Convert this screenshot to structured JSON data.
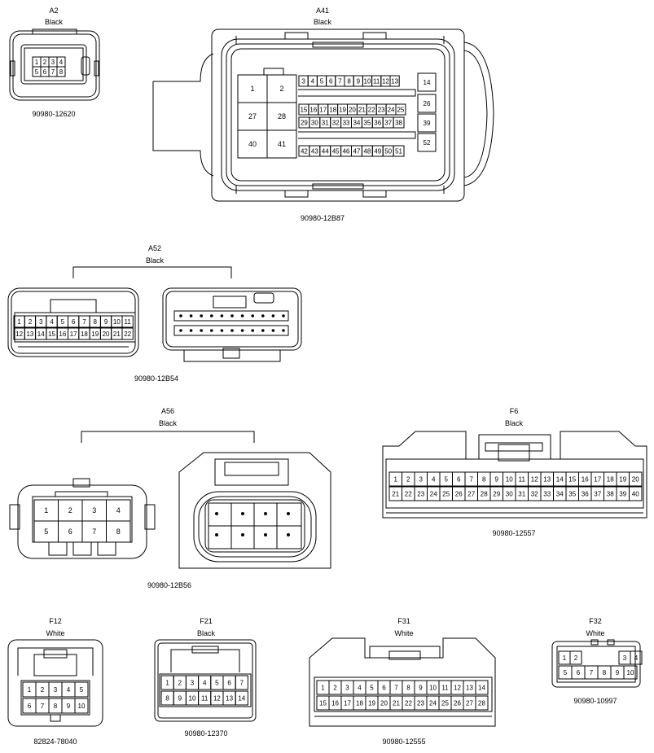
{
  "connectors": [
    {
      "id": "A2",
      "color": "Black",
      "part": "90980-12620",
      "pins": [
        "1",
        "2",
        "3",
        "4",
        "5",
        "6",
        "7",
        "8"
      ]
    },
    {
      "id": "A41",
      "color": "Black",
      "part": "90980-12B87",
      "big_pins": [
        "1",
        "2",
        "27",
        "28",
        "40",
        "41"
      ],
      "row1": [
        "3",
        "4",
        "5",
        "6",
        "7",
        "8",
        "9",
        "10",
        "11",
        "12",
        "13"
      ],
      "row2": [
        "15",
        "16",
        "17",
        "18",
        "19",
        "20",
        "21",
        "22",
        "23",
        "24",
        "25"
      ],
      "row3": [
        "29",
        "30",
        "31",
        "32",
        "33",
        "34",
        "35",
        "36",
        "37",
        "38"
      ],
      "row4": [
        "42",
        "43",
        "44",
        "45",
        "46",
        "47",
        "48",
        "49",
        "50",
        "51"
      ],
      "right_pins": [
        "14",
        "26",
        "39",
        "52"
      ]
    },
    {
      "id": "A52",
      "color": "Black",
      "part": "90980-12B54",
      "row1": [
        "1",
        "2",
        "3",
        "4",
        "5",
        "6",
        "7",
        "8",
        "9",
        "10",
        "11"
      ],
      "row2": [
        "12",
        "13",
        "14",
        "15",
        "16",
        "17",
        "18",
        "19",
        "20",
        "21",
        "22"
      ]
    },
    {
      "id": "A56",
      "color": "Black",
      "part": "90980-12B56",
      "pins": [
        "1",
        "2",
        "3",
        "4",
        "5",
        "6",
        "7",
        "8"
      ]
    },
    {
      "id": "F6",
      "color": "Black",
      "part": "90980-12557",
      "row1": [
        "1",
        "2",
        "3",
        "4",
        "5",
        "6",
        "7",
        "8",
        "9",
        "10",
        "11",
        "12",
        "13",
        "14",
        "15",
        "16",
        "17",
        "18",
        "19",
        "20"
      ],
      "row2": [
        "21",
        "22",
        "23",
        "24",
        "25",
        "26",
        "27",
        "28",
        "29",
        "30",
        "31",
        "32",
        "33",
        "34",
        "35",
        "36",
        "37",
        "38",
        "39",
        "40"
      ]
    },
    {
      "id": "F12",
      "color": "White",
      "part": "82824-78040",
      "row1": [
        "1",
        "2",
        "3",
        "4",
        "5"
      ],
      "row2": [
        "6",
        "7",
        "8",
        "9",
        "10"
      ]
    },
    {
      "id": "F21",
      "color": "Black",
      "part": "90980-12370",
      "row1": [
        "1",
        "2",
        "3",
        "4",
        "5",
        "6",
        "7"
      ],
      "row2": [
        "8",
        "9",
        "10",
        "11",
        "12",
        "13",
        "14"
      ]
    },
    {
      "id": "F31",
      "color": "White",
      "part": "90980-12555",
      "row1": [
        "1",
        "2",
        "3",
        "4",
        "5",
        "6",
        "7",
        "8",
        "9",
        "10",
        "11",
        "12",
        "13",
        "14"
      ],
      "row2": [
        "15",
        "16",
        "17",
        "18",
        "19",
        "20",
        "21",
        "22",
        "23",
        "24",
        "25",
        "26",
        "27",
        "28"
      ]
    },
    {
      "id": "F32",
      "color": "White",
      "part": "90980-10997",
      "row1": [
        "1",
        "2",
        "3",
        "4"
      ],
      "row2": [
        "5",
        "6",
        "7",
        "8",
        "9",
        "10"
      ]
    }
  ]
}
